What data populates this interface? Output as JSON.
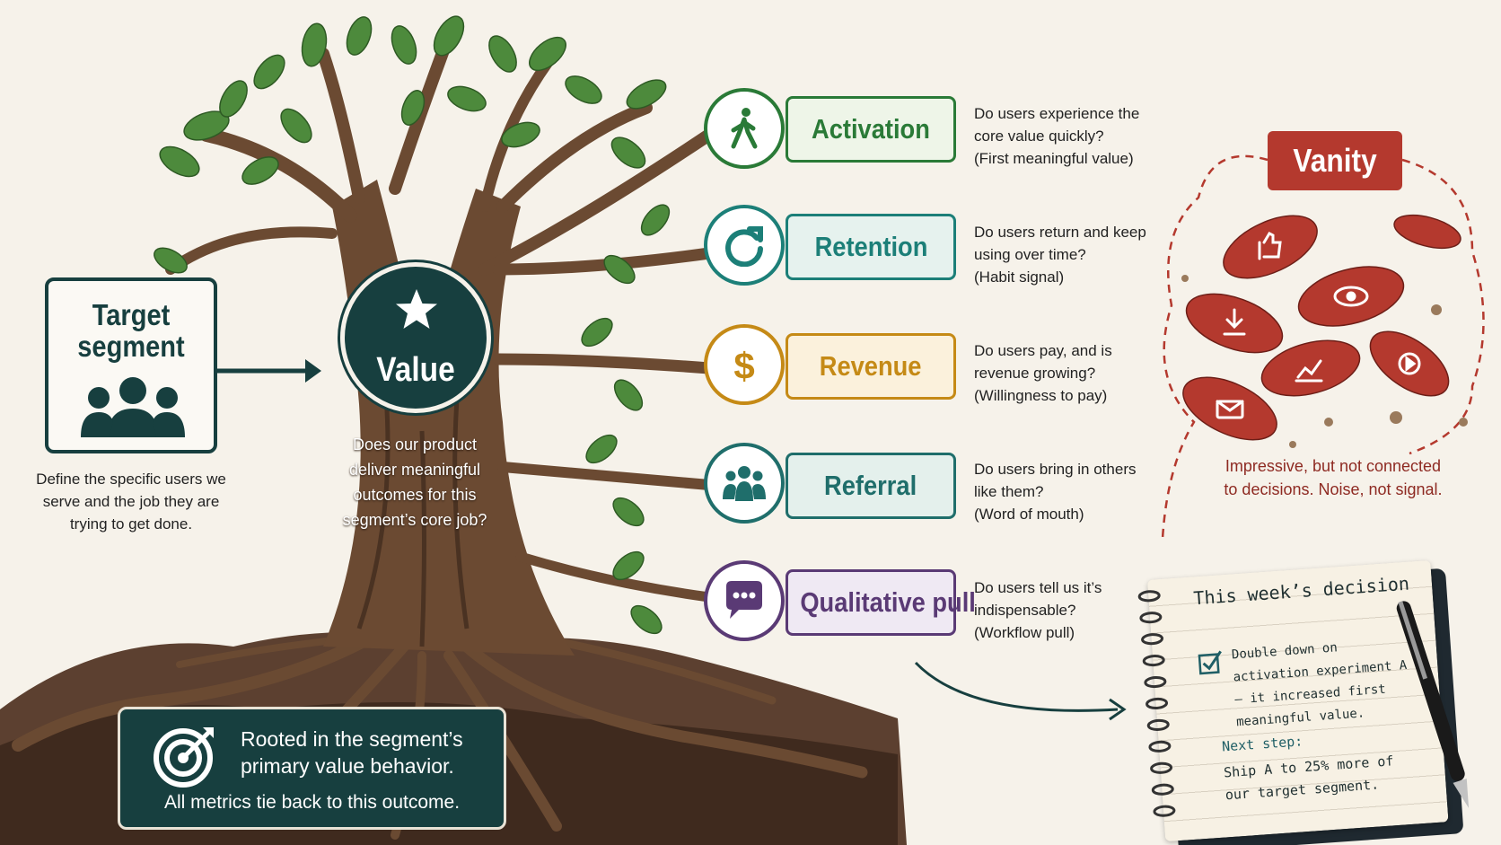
{
  "target": {
    "title": "Target segment",
    "icon": "users-icon",
    "description": "Define the specific users we serve and the job they are trying to get done."
  },
  "value": {
    "title": "Value",
    "icon": "star-icon",
    "description": "Does our product deliver meaningful outcomes for this segment’s core job?"
  },
  "metrics": [
    {
      "label": "Activation",
      "icon": "walking-person-icon",
      "color": "#2a7a37",
      "fill": "#eef5e8",
      "question": "Do users experience the core value quickly?",
      "signal": "(First meaningful value)"
    },
    {
      "label": "Retention",
      "icon": "refresh-icon",
      "color": "#1c7f78",
      "fill": "#e6f2ee",
      "question": "Do users return and keep using over time?",
      "signal": "(Habit signal)"
    },
    {
      "label": "Revenue",
      "icon": "dollar-icon",
      "color": "#c58a16",
      "fill": "#fbf1dc",
      "question": "Do users pay, and is revenue growing?",
      "signal": "(Willingness to pay)"
    },
    {
      "label": "Referral",
      "icon": "group-icon",
      "color": "#1f6e6b",
      "fill": "#e4f0ec",
      "question": "Do users bring in others like them?",
      "signal": "(Word of mouth)"
    },
    {
      "label": "Qualitative pull",
      "icon": "chat-icon",
      "color": "#5a3a75",
      "fill": "#efe9f3",
      "question": "Do users tell us it’s indispensable?",
      "signal": "(Workflow pull)"
    }
  ],
  "vanity": {
    "label": "Vanity",
    "note": "Impressive, but not connected to decisions. Noise, not signal.",
    "leaf_icons": [
      "thumbs-up-icon",
      "eye-icon",
      "download-icon",
      "trend-chart-icon",
      "play-icon",
      "mail-icon"
    ]
  },
  "root": {
    "icon": "target-icon",
    "line1": "Rooted in the segment’s",
    "line2": "primary value behavior.",
    "footer": "All metrics tie back to this outcome."
  },
  "notebook": {
    "title": "This week’s decision",
    "decision": "Double down on activation experiment A — it increased first meaningful value.",
    "next_label": "Next step:",
    "next_text": "Ship A to 25% more of our target segment."
  }
}
